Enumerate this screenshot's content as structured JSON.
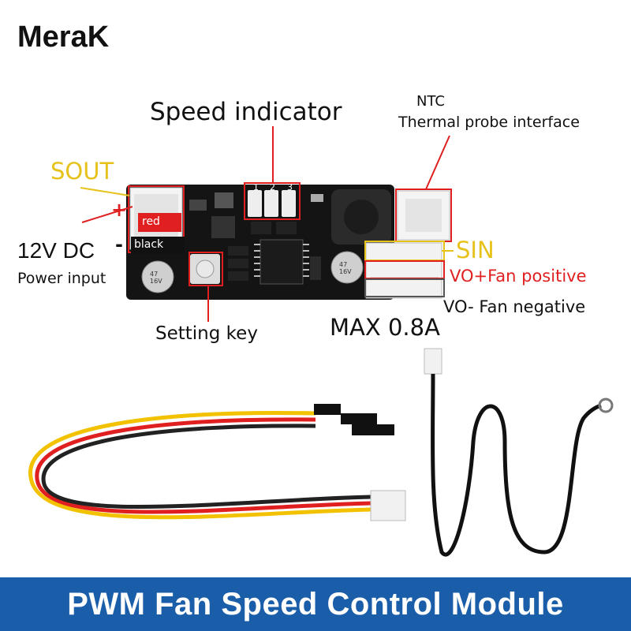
{
  "brand": "MeraK",
  "labels": {
    "speed_indicator": "Speed indicator",
    "ntc": "NTC",
    "thermal_probe": "Thermal probe interface",
    "sout": "SOUT",
    "plus": "+",
    "minus": "-",
    "dc": "12V DC",
    "power_input": "Power input",
    "red": "red",
    "black": "black",
    "sin": "SIN",
    "vo_plus": "VO+Fan positive",
    "vo_minus": "VO- Fan negative",
    "setting_key": "Setting key",
    "max": "MAX 0.8A",
    "led_1": "1",
    "led_2": "2",
    "led_3": "3",
    "cap_left": "47 16V",
    "cap_right": "47 16V"
  },
  "banner": "PWM Fan Speed Control Module",
  "colors": {
    "annotation_red": "#e02020",
    "annotation_yellow": "#e6c21a",
    "banner_blue": "#1a5da8",
    "pcb_black": "#141414"
  }
}
